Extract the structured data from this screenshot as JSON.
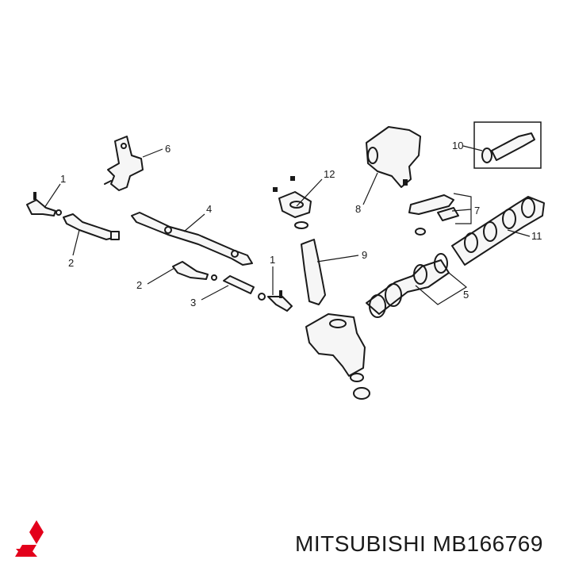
{
  "callouts": [
    "1",
    "2",
    "3",
    "4",
    "2",
    "1",
    "6",
    "12",
    "8",
    "9",
    "10",
    "7",
    "11",
    "5"
  ],
  "caption": "MITSUBISHI MB166769",
  "colors": {
    "ink": "#1a1a1a",
    "logo": "#e3001b",
    "background": "#ffffff"
  },
  "icons": {
    "brand": "three-diamond-logo-icon"
  }
}
